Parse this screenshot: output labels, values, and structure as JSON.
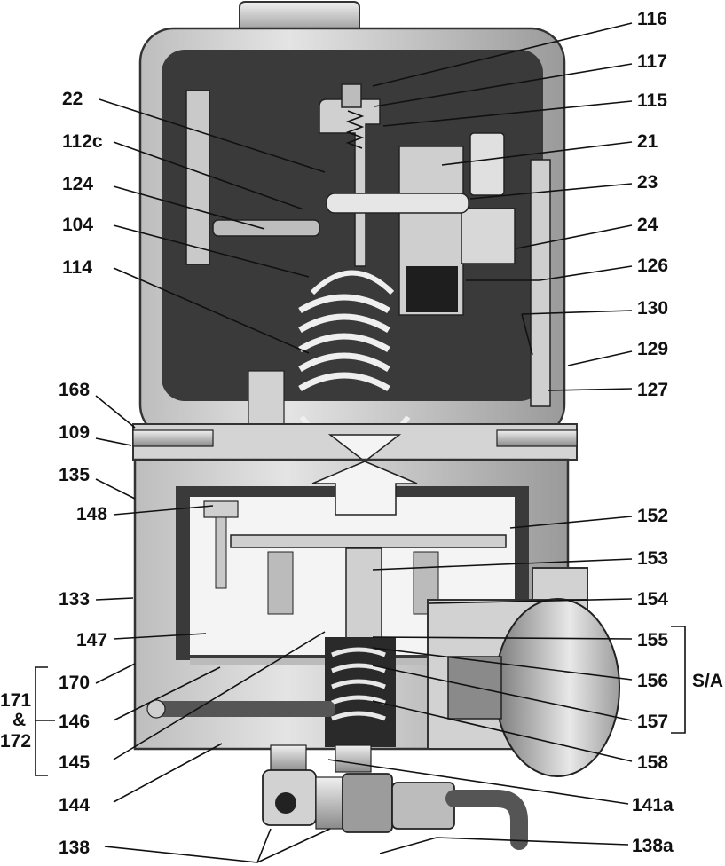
{
  "labels": {
    "l116": "116",
    "l117": "117",
    "l115": "115",
    "l21": "21",
    "l23": "23",
    "l24": "24",
    "l126": "126",
    "l130": "130",
    "l129": "129",
    "l127": "127",
    "l152": "152",
    "l153": "153",
    "l154": "154",
    "l155": "155",
    "l156": "156",
    "l157": "157",
    "l158": "158",
    "l141a": "141a",
    "l138a": "138a",
    "l22": "22",
    "l112c": "112c",
    "l124": "124",
    "l104": "104",
    "l114": "114",
    "l168": "168",
    "l109": "109",
    "l135": "135",
    "l148": "148",
    "l133": "133",
    "l147": "147",
    "l170": "170",
    "l146": "146",
    "l145": "145",
    "l144": "144",
    "l138": "138",
    "l171": "171",
    "l_amp": "&",
    "l172": "172",
    "sa": "S/A"
  },
  "colors": {
    "body_light": "#d6d6d6",
    "body_mid": "#a8a8a8",
    "cavity_dark": "#3a3a3a",
    "metal": "#c8c8c8",
    "shadow": "#1e1e1e",
    "white": "#f4f4f4",
    "label": "#111111"
  }
}
